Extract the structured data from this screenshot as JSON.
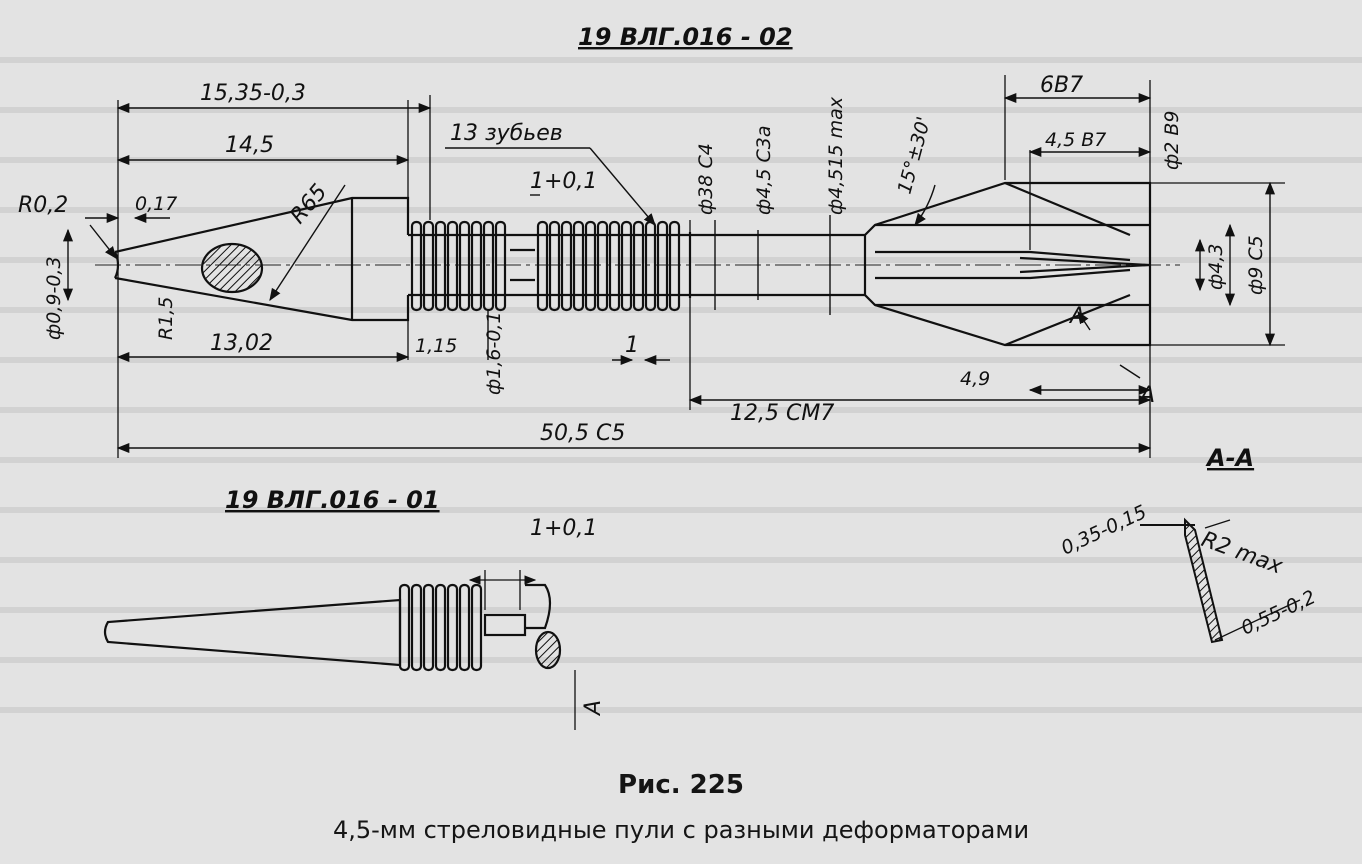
{
  "titles": {
    "main": "19 ВЛГ.016 - 02",
    "secondary": "19 ВЛГ.016 - 01",
    "section": "А-А"
  },
  "dims_main": {
    "overall_top": "15,35-0,3",
    "length_mid": "14,5",
    "teeth": "13 зубьев",
    "pitch_top": "1+0,1",
    "r_tip": "R0,2",
    "tip_len": "0,17",
    "r_large": "R65",
    "tip_dia": "ф0,9-0,3",
    "r_small": "R1,5",
    "body_len": "13,02",
    "gap": "1,15",
    "core_dia": "ф1,6-0,1",
    "pitch_bottom": "1",
    "overall": "50,5 С5",
    "dia_38": "ф38 С4",
    "dia_45": "ф4,5 С3а",
    "dia_4515": "ф4,515 max",
    "fin_angle": "15°±30'",
    "fin_6": "6В7",
    "fin_45": "4,5 В7",
    "dia_2": "ф2 В9",
    "dia_43": "ф4,3",
    "dia_9": "ф9 С5",
    "fin_len": "12,5 СМ7",
    "fin_49": "4,9",
    "section_mark_1": "А",
    "section_mark_2": "А"
  },
  "dims_section": {
    "a": "0,35-0,15",
    "b": "R2 max",
    "c": "0,55-0,2"
  },
  "dims_secondary": {
    "pitch": "1+0,1",
    "mark": "А"
  },
  "caption": {
    "number": "Рис. 225",
    "text": "4,5-мм стреловидные пули с разными деформаторами"
  }
}
